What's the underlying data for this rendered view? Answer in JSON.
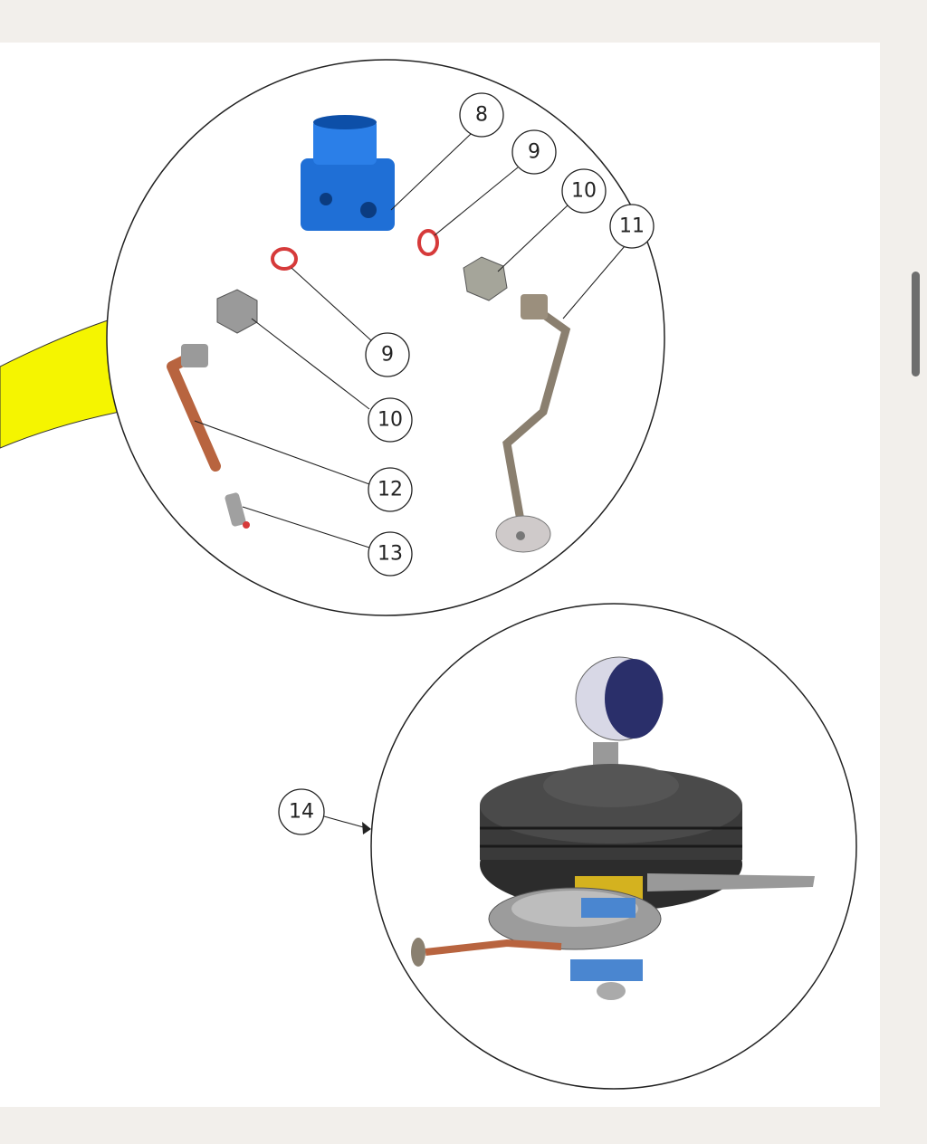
{
  "diagram": {
    "callouts": {
      "c8": "8",
      "c9a": "9",
      "c10a": "10",
      "c11": "11",
      "c9b": "9",
      "c10b": "10",
      "c12": "12",
      "c13": "13",
      "c14": "14"
    },
    "colors": {
      "blue_fitting": "#1f6fd6",
      "o_ring": "#d63a3a",
      "copper_pipe": "#b8643f",
      "highlight": "#f5f500",
      "background": "#f2efeb"
    }
  }
}
